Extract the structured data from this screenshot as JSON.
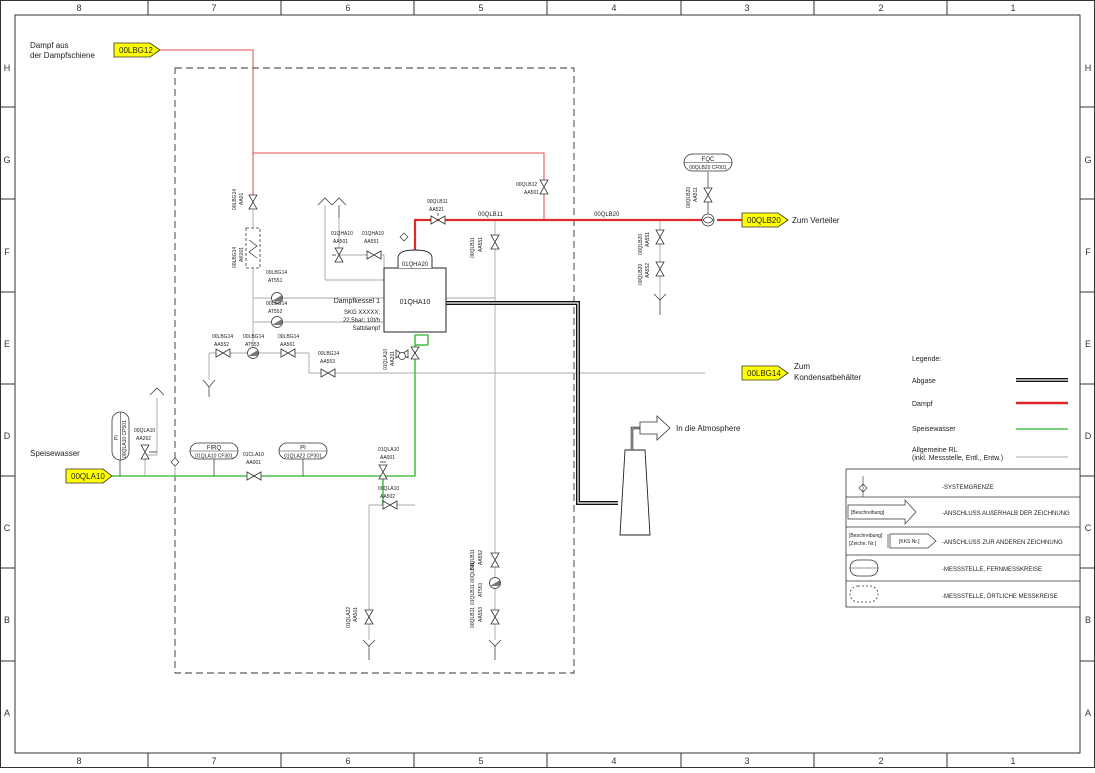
{
  "grid": {
    "columns": [
      "8",
      "7",
      "6",
      "5",
      "4",
      "3",
      "2",
      "1"
    ],
    "rows": [
      "H",
      "G",
      "F",
      "E",
      "D",
      "C",
      "B",
      "A"
    ]
  },
  "connectors": {
    "steam_in_tag": "00LBG12",
    "steam_in_label_1": "Dampf aus",
    "steam_in_label_2": "der Dampfschiene",
    "steam_out_tag": "00QLB20",
    "steam_out_label": "Zum Verteiler",
    "condensate_tag": "00LBG14",
    "condensate_label_1": "Zum",
    "condensate_label_2": "Kondensatbehälter",
    "feedwater_tag": "00QLA10",
    "feedwater_label": "Speisewasser",
    "atmosphere_label": "In die Atmosphere"
  },
  "boiler": {
    "id": "01QHA10",
    "dome_id": "01QHA20",
    "desc_1": "Dampfkessel 1",
    "desc_2": "SKG XXXXX;",
    "desc_3": "22,5bar; 10t/h",
    "desc_4": "Sattdampf"
  },
  "lines": {
    "steam_1": "00QLB11",
    "steam_2": "00QLB20"
  },
  "components": {
    "v_lbg14_aa01_a": "00LBG14",
    "v_lbg14_aa01_b": "AA01",
    "sep_a": "00LBG14",
    "sep_b": "AK001",
    "at551_a": "00LBG14",
    "at551_b": "AT551",
    "at552_a": "00LBG14",
    "at552_b": "AT552",
    "aa552_a": "00LBG14",
    "aa552_b": "AA552",
    "at553_a": "00LBG14",
    "at553_b": "AT553",
    "aa561_a": "00LBG14",
    "aa561_b": "AA561",
    "aa553_a": "00LBG14",
    "aa553_b": "AA553",
    "qha10_aa501_a": "01QHA10",
    "qha10_aa501_b": "AA501",
    "qha10_aa551_a": "01QHA10",
    "qha10_aa551_b": "AA551",
    "qlb11_aa521_a": "00QLB11",
    "qlb11_aa521_b": "AA521",
    "qlb12_aa501_a": "00QLB12",
    "qlb12_aa501_b": "AA501",
    "qlb11_aa551_a": "00QLB11",
    "qlb11_aa551_b": "AA551",
    "qlb20_aa511_a": "00QLB20",
    "qlb20_aa511_b": "AA511",
    "qlb20_aa551_a": "00QLB20",
    "qlb20_aa551_b": "AA551",
    "qlb20_aa552_a": "00QLB20",
    "qlb20_aa552_b": "AA552",
    "fqc_a": "FQC",
    "fqc_b": "00QLB20 CF001",
    "qla10_aa201_a": "01QLA10",
    "qla10_aa201_b": "AA201",
    "qla10_aa001_a": "01QLA10",
    "qla10_aa001_b": "AA001",
    "qla10_aa502_a": "00QLA10",
    "qla10_aa502_b": "AA502",
    "qla10_aa262_a": "00QLA10",
    "qla10_aa262_b": "AA262",
    "pi_left_a": "PI",
    "pi_left_b": "00QLA10 CP501",
    "firq_a": "FIRQ",
    "firq_b": "01QLA10 CF301",
    "cla10_aa001_a": "01CLA10",
    "cla10_aa001_b": "AA001",
    "pi_mid_a": "PI",
    "pi_mid_b": "01QLA22 CP301",
    "qla22_aa501_a": "01QLA22",
    "qla22_aa501_b": "AA501",
    "qlb11_aa552_a": "00QLB11",
    "qlb11_aa552_b": "AA552",
    "qlb11_at551_a": "01QLB11 00QLB11",
    "qlb11_at551_b": "AT551",
    "qlb11_aa553_a": "00QLB11",
    "qlb11_aa553_b": "AA553"
  },
  "legend": {
    "title": "Legende:",
    "items": [
      {
        "label": "Abgase",
        "color": "#000000"
      },
      {
        "label": "Dampf",
        "color": "#e02a2a"
      },
      {
        "label": "Speisewasser",
        "color": "#4fc24f"
      },
      {
        "label": "Allgemeine RL",
        "label_2": "(inkl. Messstelle, Entl., Entw.)",
        "color": "#aaaaaa"
      }
    ],
    "symbols": [
      {
        "label": "-SYSTEMGRENZE"
      },
      {
        "label": "-ANSCHLUSS AUßERHALB DER ZEICHNUNG",
        "box": "[Beschreibung]"
      },
      {
        "label": "-ANSCHLUSS ZUR ANDEREN ZEICHNUNG",
        "box": "[Beschreibung]",
        "box_2": "[Zeichn. Nr.]",
        "tag": "[KKS Nr.]"
      },
      {
        "label": "-MESSSTELLE, FERNMESSKREISE"
      },
      {
        "label": "-MESSSTELLE, ÖRTLICHE MESSKREISE"
      }
    ]
  }
}
